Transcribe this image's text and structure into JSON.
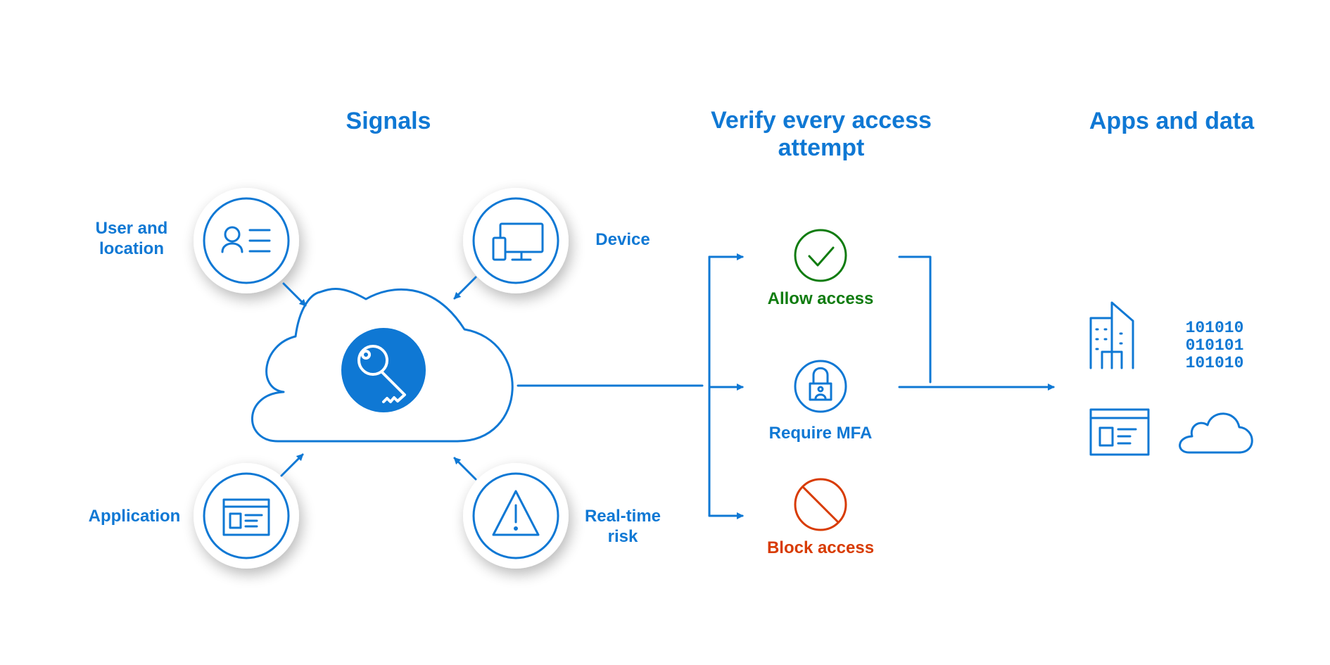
{
  "headings": {
    "signals": "Signals",
    "verify": "Verify every access attempt",
    "apps": "Apps and data"
  },
  "signals": {
    "user_location": "User and location",
    "device": "Device",
    "application": "Application",
    "realtime_risk": "Real-time risk"
  },
  "outcomes": {
    "allow": "Allow access",
    "mfa": "Require MFA",
    "block": "Block access"
  },
  "binary_rows": [
    "101010",
    "010101",
    "101010"
  ],
  "colors": {
    "accent": "#0f78d4",
    "allow": "#107c10",
    "block": "#d83b01",
    "background": "#ffffff"
  },
  "icons": {
    "user_location": "user-card-icon",
    "device": "devices-icon",
    "application": "app-window-icon",
    "realtime_risk": "warning-icon",
    "center": "key-icon",
    "allow": "checkmark-icon",
    "mfa": "lock-icon",
    "block": "block-icon",
    "apps": [
      "building-icon",
      "binary-icon",
      "app-window-icon",
      "cloud-icon"
    ]
  }
}
